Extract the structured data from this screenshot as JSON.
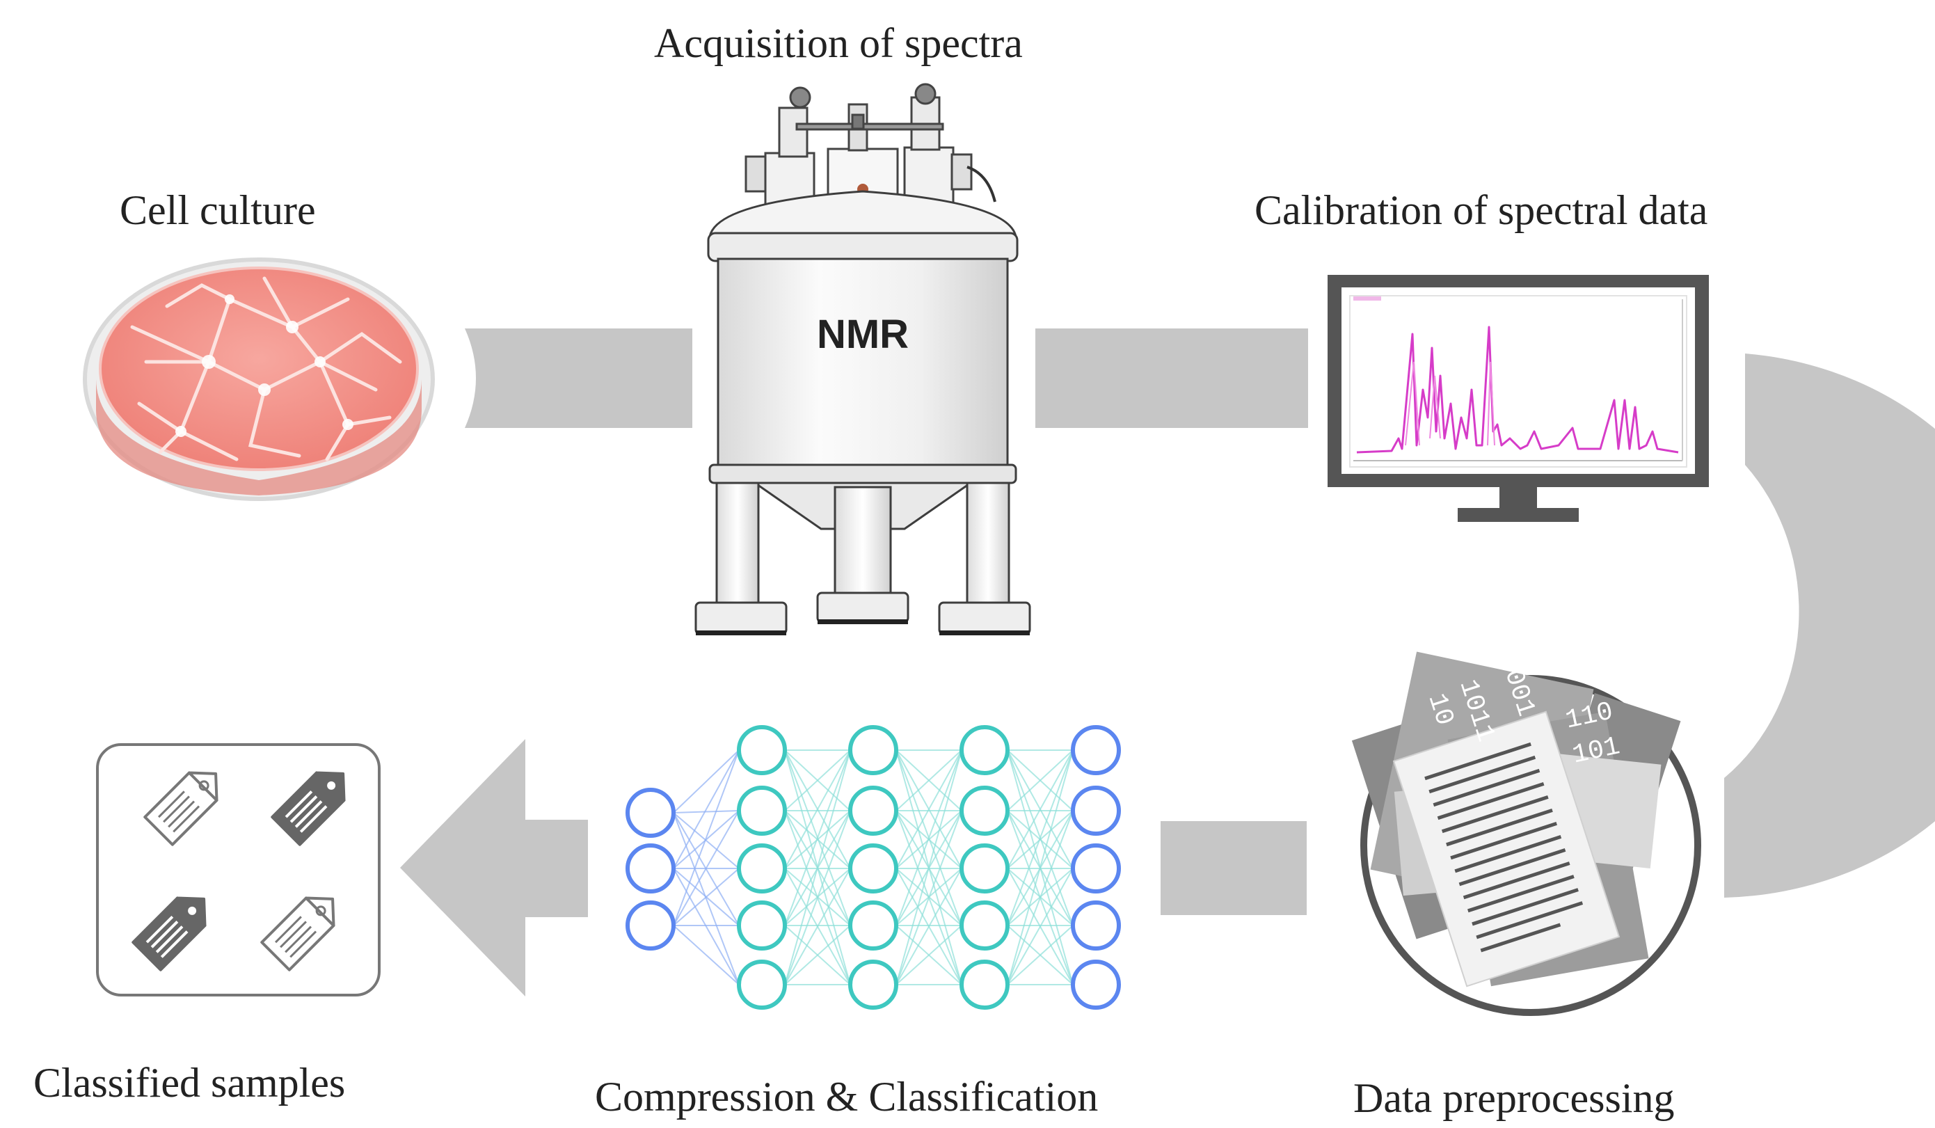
{
  "labels": {
    "acquisition": "Acquisition of spectra",
    "cell_culture": "Cell culture",
    "calibration": "Calibration of spectral data",
    "classified": "Classified samples",
    "compression": "Compression & Classification",
    "preprocessing": "Data preprocessing"
  },
  "nmr": {
    "label": "NMR"
  },
  "data_sheets": {
    "binary_a": "001",
    "binary_b": "1011",
    "binary_c": "10",
    "binary_d": "110",
    "binary_e": "101"
  },
  "colors": {
    "arrow_gray": "#c6c6c6",
    "dish_pink": "#f08a80",
    "spectrum_magenta": "#d63cc8",
    "node_blue": "#5b86f0",
    "node_teal": "#3ec8c0",
    "tag_dark": "#666666"
  },
  "icons": [
    "petri-dish-icon",
    "nmr-spectrometer-icon",
    "monitor-icon",
    "data-sheets-icon",
    "neural-network-icon",
    "tag-icon"
  ]
}
